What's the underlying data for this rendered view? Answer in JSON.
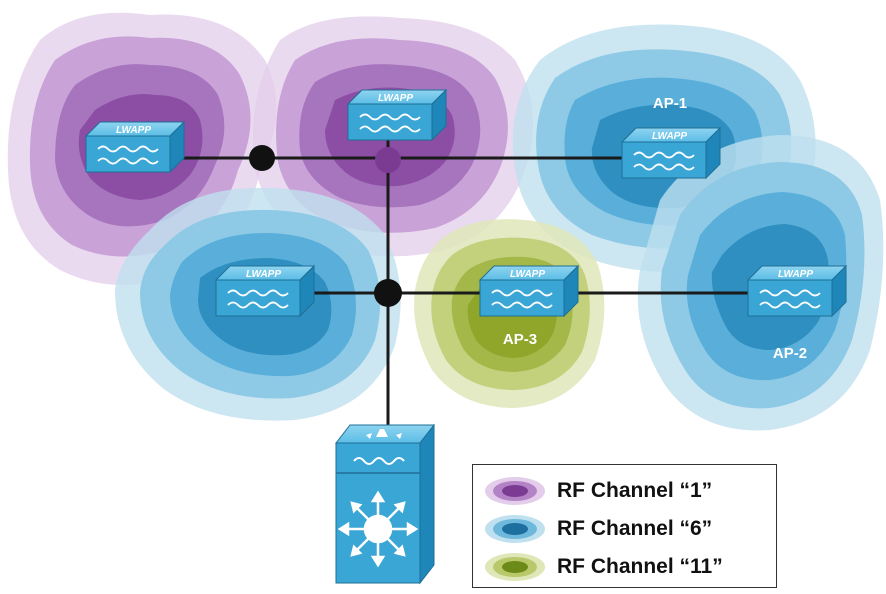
{
  "aps": [
    {
      "name": "ap-purple-left",
      "model": "LWAPP",
      "label": "",
      "channel": "1"
    },
    {
      "name": "ap-purple-center",
      "model": "LWAPP",
      "label": "",
      "channel": "1"
    },
    {
      "name": "ap-1",
      "model": "LWAPP",
      "label": "AP-1",
      "channel": "6"
    },
    {
      "name": "ap-blue-left",
      "model": "LWAPP",
      "label": "",
      "channel": "6"
    },
    {
      "name": "ap-3",
      "model": "LWAPP",
      "label": "AP-3",
      "channel": "11"
    },
    {
      "name": "ap-2",
      "model": "LWAPP",
      "label": "AP-2",
      "channel": "6"
    }
  ],
  "legend": [
    {
      "label": "RF Channel “1”",
      "color": "#8e4ea6"
    },
    {
      "label": "RF Channel “6”",
      "color": "#2f8fc0"
    },
    {
      "label": "RF Channel “11”",
      "color": "#8fa62a"
    }
  ],
  "colors": {
    "channel_1": "#8e4ea6",
    "channel_6": "#2f8fc0",
    "channel_11": "#8fa62a",
    "device": "#3aa6d6",
    "link": "#1a1a1a"
  },
  "icons": {
    "access_point": "lwapp-access-point-icon",
    "switch": "multilayer-switch-icon"
  }
}
